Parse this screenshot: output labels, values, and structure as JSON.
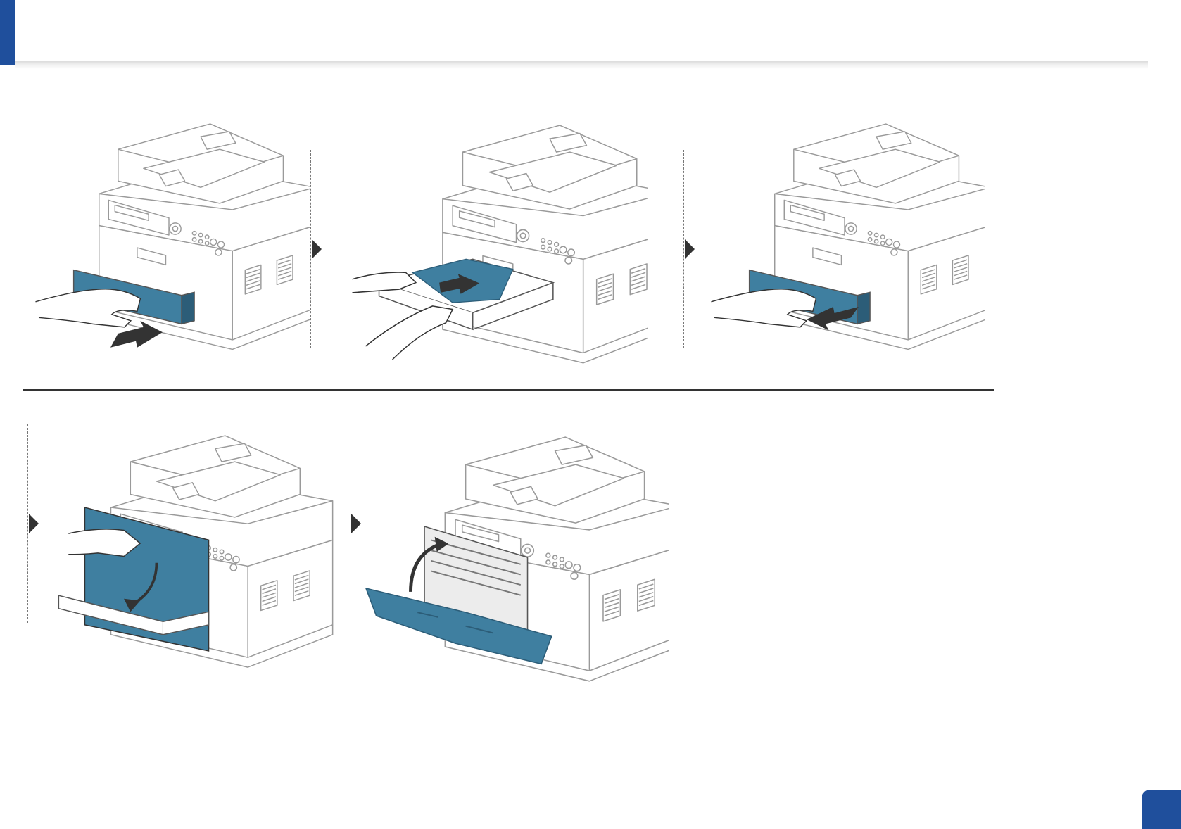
{
  "page": {
    "accent_color": "#1f4f9c",
    "highlight_color": "#3f7fa0"
  },
  "steps": [
    {
      "id": "1",
      "action": "pull-out-tray"
    },
    {
      "id": "2",
      "action": "remove-jammed-paper"
    },
    {
      "id": "3",
      "action": "insert-tray"
    },
    {
      "id": "4",
      "action": "open-front-door"
    },
    {
      "id": "5",
      "action": "close-front-door"
    }
  ]
}
